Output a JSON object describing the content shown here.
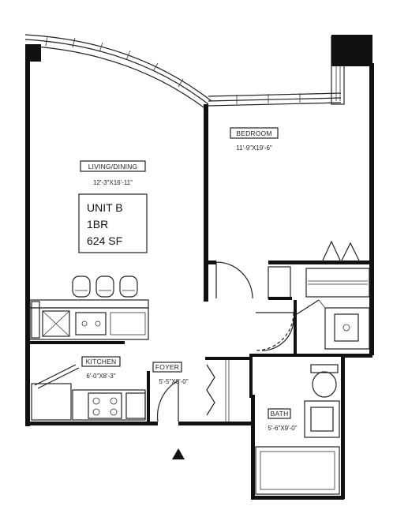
{
  "plan": {
    "unit_box": {
      "line1": "UNIT B",
      "line2": "1BR",
      "line3": "624 SF"
    },
    "rooms": {
      "living": {
        "name": "LIVING/DINING",
        "size": "12'-3\"X16'-11\""
      },
      "bedroom": {
        "name": "BEDROOM",
        "size": "11'-9\"X19'-6\""
      },
      "kitchen": {
        "name": "KITCHEN",
        "size": "6'-0\"X8'-3\""
      },
      "foyer": {
        "name": "FOYER",
        "size": "5'-5\"X8'-0\""
      },
      "bath": {
        "name": "BATH",
        "size": "5'-6\"X9'-0\""
      }
    },
    "entry_marker": "entry-triangle-icon"
  }
}
